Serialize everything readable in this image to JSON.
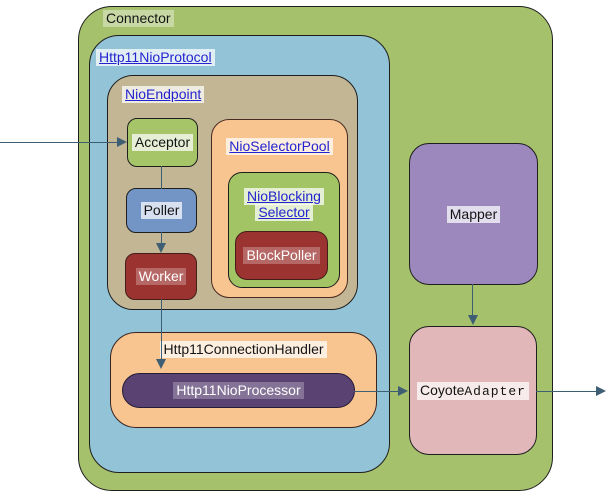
{
  "diagram": {
    "type": "architecture-diagram",
    "nodes": {
      "connector": {
        "label": "Connector"
      },
      "http11_nio_protocol": {
        "label": "Http11NioProtocol",
        "is_link": true
      },
      "nio_endpoint": {
        "label": "NioEndpoint",
        "is_link": true
      },
      "acceptor": {
        "label": "Acceptor"
      },
      "poller": {
        "label": "Poller"
      },
      "worker": {
        "label": "Worker"
      },
      "nio_selector_pool": {
        "label": "NioSelectorPool",
        "is_link": true
      },
      "nio_blocking_selector": {
        "label_line1": "NioBlocking",
        "label_line2": "Selector",
        "is_link": true
      },
      "block_poller": {
        "label": "BlockPoller"
      },
      "http11_connection_handler": {
        "label": "Http11ConnectionHandler"
      },
      "http11_nio_processor": {
        "label": "Http11NioProcessor"
      },
      "mapper": {
        "label": "Mapper"
      },
      "coyote_adapter": {
        "label_part1": "Coyote",
        "label_part2": "Adapter"
      }
    },
    "edges": [
      {
        "from": "external-left",
        "to": "acceptor"
      },
      {
        "from": "acceptor",
        "to": "poller"
      },
      {
        "from": "poller",
        "to": "worker"
      },
      {
        "from": "worker",
        "to": "http11_connection_handler"
      },
      {
        "from": "http11_nio_processor",
        "to": "coyote_adapter"
      },
      {
        "from": "mapper",
        "to": "coyote_adapter"
      },
      {
        "from": "coyote_adapter",
        "to": "external-right"
      }
    ],
    "colors": {
      "connector_fill": "#a6c16c",
      "protocol_fill": "#93c3d7",
      "endpoint_fill": "#c3b694",
      "acceptor_fill": "#a5c568",
      "poller_fill": "#7295c6",
      "worker_fill": "#9b3431",
      "selector_pool_fill": "#f8c48f",
      "blocking_selector_fill": "#a3c465",
      "block_poller_fill": "#9b3431",
      "connection_handler_fill": "#f8c48f",
      "processor_fill": "#5a4372",
      "mapper_fill": "#9c88bd",
      "coyote_adapter_fill": "#e2b7ba",
      "link_text": "#2323cf",
      "arrow": "#3e5e73"
    }
  }
}
